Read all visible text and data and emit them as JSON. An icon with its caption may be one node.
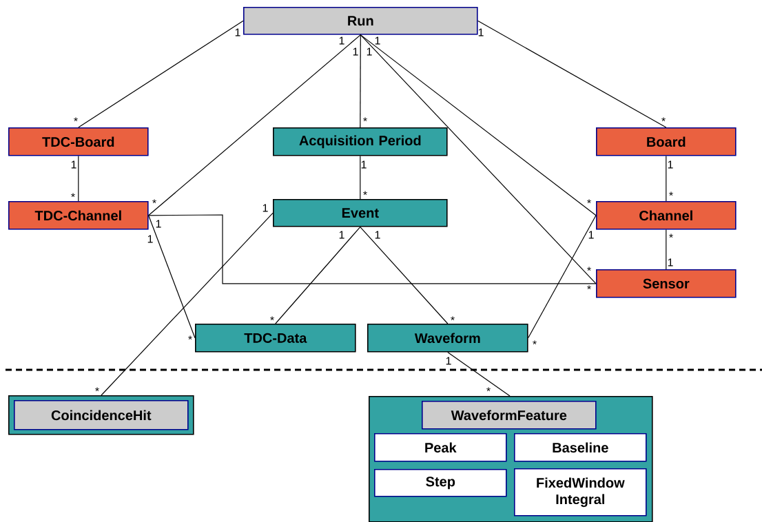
{
  "diagram": {
    "nodes": [
      {
        "text": [
          "Run"
        ]
      },
      {
        "text": [
          "TDC-Board"
        ]
      },
      {
        "text": [
          "Acquisition Period"
        ]
      },
      {
        "text": [
          "Board"
        ]
      },
      {
        "text": [
          "TDC-Channel"
        ]
      },
      {
        "text": [
          "Event"
        ]
      },
      {
        "text": [
          "Channel"
        ]
      },
      {
        "text": [
          "Sensor"
        ]
      },
      {
        "text": [
          "TDC-Data"
        ]
      },
      {
        "text": [
          "Waveform"
        ]
      },
      {
        "text": [],
        "shape": "box"
      },
      {
        "text": [
          "CoincidenceHit"
        ],
        "in": 10
      },
      {
        "text": [],
        "shape": "box"
      },
      {
        "text": [
          "WaveformFeature"
        ],
        "in": 12
      },
      {
        "text": [
          "Peak"
        ],
        "in": 12
      },
      {
        "text": [
          "Baseline"
        ],
        "in": 12
      },
      {
        "text": [
          "Step"
        ],
        "in": 12
      },
      {
        "text": [
          "FixedWindow Integral"
        ],
        "in": 12
      }
    ],
    "edges": [
      {
        "from": 0,
        "to": 1,
        "arrow": "none"
      },
      {
        "from": 0,
        "to": 4,
        "arrow": "none"
      },
      {
        "from": 0,
        "to": 2,
        "arrow": "none"
      },
      {
        "from": 0,
        "to": 6,
        "arrow": "none"
      },
      {
        "from": 0,
        "to": 7,
        "arrow": "none"
      },
      {
        "from": 0,
        "to": 3,
        "arrow": "none"
      },
      {
        "from": 1,
        "to": 4,
        "arrow": "none"
      },
      {
        "from": 2,
        "to": 5,
        "arrow": "none"
      },
      {
        "from": 3,
        "to": 6,
        "arrow": "none"
      },
      {
        "from": 6,
        "to": 7,
        "arrow": "none"
      },
      {
        "from": 4,
        "to": 7,
        "arrow": "none"
      },
      {
        "from": 4,
        "to": 8,
        "arrow": "none"
      },
      {
        "from": 5,
        "to": 10,
        "arrow": "none"
      },
      {
        "from": 5,
        "to": 8,
        "arrow": "none"
      },
      {
        "from": 5,
        "to": 9,
        "arrow": "none"
      },
      {
        "from": 6,
        "to": 9,
        "arrow": "none"
      },
      {
        "from": 9,
        "to": 12,
        "arrow": "none"
      }
    ],
    "labels": [
      "1",
      "1",
      "1",
      "1",
      "1",
      "1",
      "*",
      "*",
      "*",
      "1",
      "1",
      "1",
      "*",
      "*",
      "*",
      "*",
      "*",
      "1",
      "1",
      "1",
      "1",
      "1",
      "1",
      "*",
      "1",
      "*",
      "*",
      "*",
      "*",
      "*",
      "*",
      "1",
      "*",
      "*"
    ]
  }
}
